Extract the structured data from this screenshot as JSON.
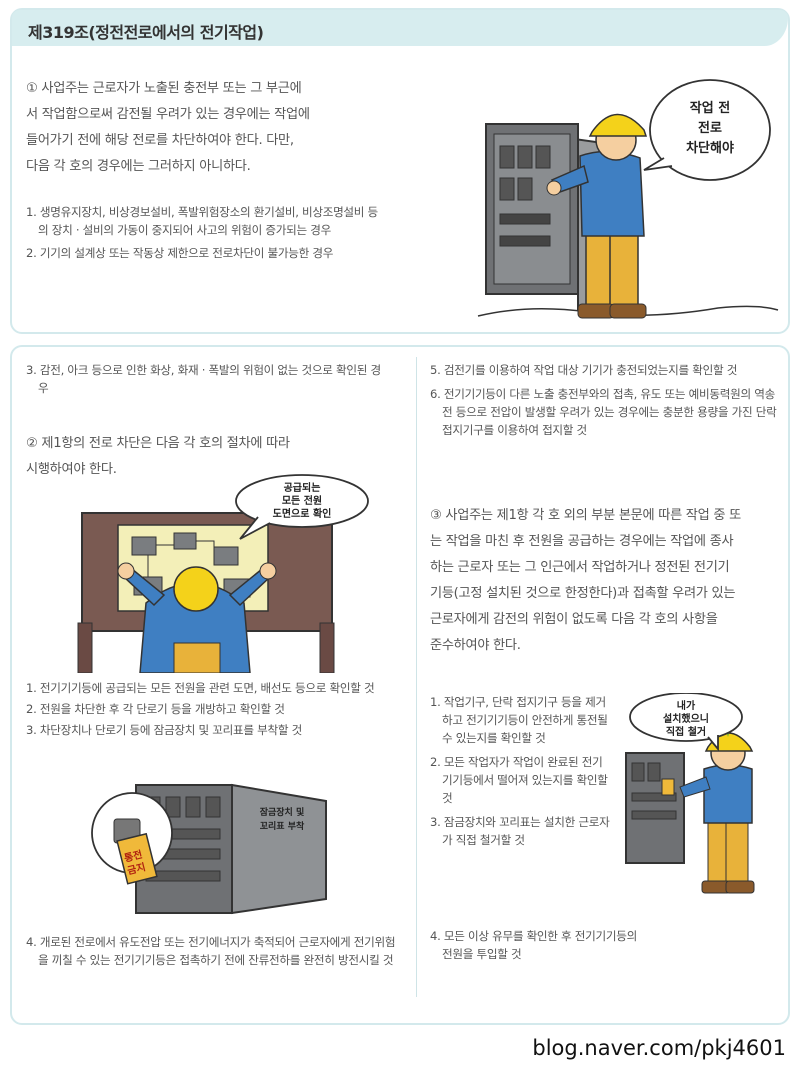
{
  "title": "제319조(정전전로에서의 전기작업)",
  "section1": {
    "paragraph_lines": [
      "① 사업주는 근로자가 노출된 충전부 또는 그 부근에",
      "서 작업함으로써 감전될 우려가 있는 경우에는 작업에",
      "들어가기 전에 해당 전로를 차단하여야 한다. 다만,",
      "다음 각 호의 경우에는 그러하지 아니하다."
    ],
    "items": [
      "1. 생명유지장치, 비상경보설비, 폭발위험장소의 환기설비, 비상조명설비 등의 장치 · 설비의 가동이 중지되어 사고의 위험이 증가되는 경우",
      "2. 기기의 설계상 또는 작동상 제한으로 전로차단이 불가능한 경우"
    ],
    "bubble": "작업 전\n전로\n차단해야"
  },
  "left_column": {
    "item3": "3. 감전, 아크 등으로 인한 화상, 화재 · 폭발의 위험이 없는 것으로 확인된 경우",
    "paragraph2_lines": [
      "② 제1항의 전로 차단은 다음 각 호의 절차에 따라",
      "시행하여야 한다."
    ],
    "bubble": "공급되는\n모든 전원\n도면으로 확인",
    "steps": [
      "1. 전기기기등에 공급되는 모든 전원을 관련 도면, 배선도 등으로 확인할 것",
      "2. 전원을 차단한 후 각 단로기 등을 개방하고 확인할 것",
      "3. 차단장치나 단로기 등에 잠금장치 및 꼬리표를 부착할 것"
    ],
    "tag_label": "통전\n금지",
    "lock_note": "잠금장치 및\n꼬리표 부착",
    "step4": "4. 개로된 전로에서 유도전압 또는 전기에너지가 축적되어 근로자에게 전기위험을 끼칠 수 있는 전기기기등은 접촉하기 전에 잔류전하를 완전히 방전시킬 것"
  },
  "right_column": {
    "step5": "5. 검전기를 이용하여 작업 대상 기기가 충전되었는지를 확인할 것",
    "step6": "6. 전기기기등이 다른 노출 충전부와의 접촉, 유도 또는 예비동력원의 역송전 등으로 전압이 발생할 우려가 있는 경우에는 충분한 용량을 가진 단락 접지기구를 이용하여 접지할 것",
    "paragraph3_lines": [
      "③ 사업주는 제1항 각 호 외의 부분 본문에 따른 작업 중 또",
      "는 작업을 마친 후 전원을 공급하는 경우에는 작업에 종사",
      "하는 근로자 또는 그 인근에서 작업하거나 정전된 전기기",
      "기등(고정 설치된 것으로 한정한다)과 접촉할 우려가 있는",
      "근로자에게 감전의 위험이 없도록 다음 각 호의 사항을",
      "준수하여야 한다."
    ],
    "items": [
      "1. 작업기구, 단락 접지기구 등을 제거하고 전기기기등이 안전하게 통전될 수 있는지를 확인할 것",
      "2. 모든 작업자가 작업이 완료된 전기기기등에서 떨어져 있는지를 확인할 것",
      "3. 잠금장치와 꼬리표는 설치한 근로자가 직접 철거할 것"
    ],
    "item4": "4. 모든 이상 유무를 확인한 후 전기기기등의 전원을 투입할 것",
    "bubble": "내가\n설치했으니\n직접 철거"
  },
  "footer": "blog.naver.com/pkj4601"
}
